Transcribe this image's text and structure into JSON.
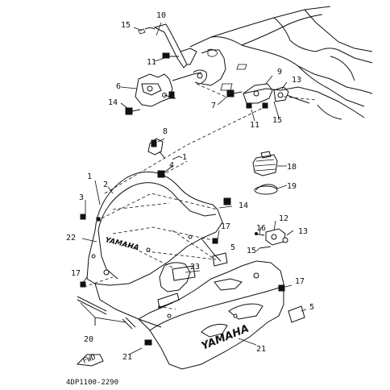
{
  "diagram": {
    "reference_code": "4DP1100-2290",
    "brand_marks": [
      "YAMAHA",
      "YAMAHA"
    ],
    "fwd_label": "FWD",
    "callouts": [
      "15",
      "10",
      "11",
      "6",
      "14",
      "7",
      "9",
      "13",
      "11",
      "15",
      "8",
      "1",
      "4",
      "18",
      "19",
      "2",
      "3",
      "14",
      "17",
      "16",
      "12",
      "13",
      "22",
      "5",
      "15",
      "23",
      "17",
      "17",
      "5",
      "20",
      "21",
      "21",
      "1"
    ]
  }
}
